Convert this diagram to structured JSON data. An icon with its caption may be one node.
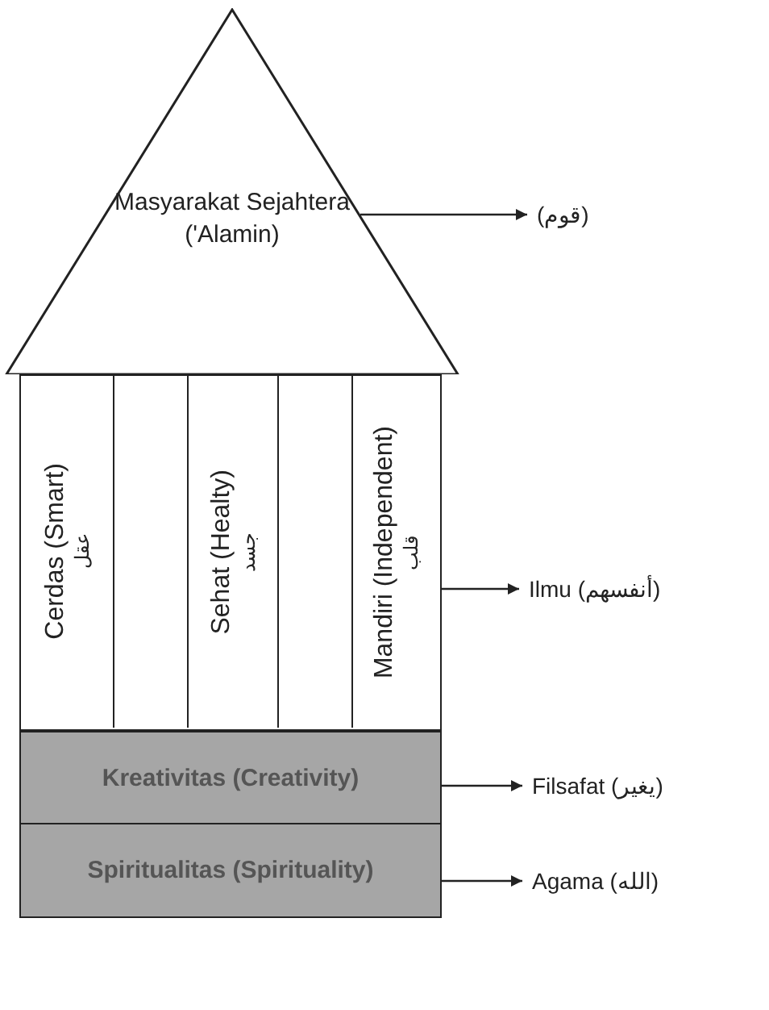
{
  "diagram": {
    "nodes": [
      {
        "text": [
          "Masyarakat Sejahtera ('Alamin)"
        ]
      },
      {
        "text": [
          "(قوم)"
        ]
      },
      {
        "text": [],
        "shape": "box"
      },
      {
        "text": [
          "Cerdas (Smart)",
          "عقل"
        ],
        "in": 2
      },
      {
        "text": [],
        "shape": "box",
        "in": 2
      },
      {
        "text": [
          "Sehat (Healty)",
          "جسد"
        ],
        "in": 2
      },
      {
        "text": [],
        "shape": "box",
        "in": 2
      },
      {
        "text": [
          "Mandiri (Independent)",
          "قلب"
        ],
        "in": 2
      },
      {
        "text": [
          "Ilmu (أنفسهم)"
        ]
      },
      {
        "text": [
          "Kreativitas (Creativity)"
        ]
      },
      {
        "text": [
          "Filsafat (يغير)"
        ]
      },
      {
        "text": [
          "Spiritualitas (Spirituality)"
        ]
      },
      {
        "text": [
          "Agama (الله)"
        ]
      }
    ],
    "edges": [
      {
        "from": 0,
        "to": 1,
        "arrow": "to"
      },
      {
        "from": 2,
        "to": 8,
        "arrow": "to"
      },
      {
        "from": 9,
        "to": 10,
        "arrow": "to"
      },
      {
        "from": 11,
        "to": 12,
        "arrow": "to"
      }
    ]
  }
}
